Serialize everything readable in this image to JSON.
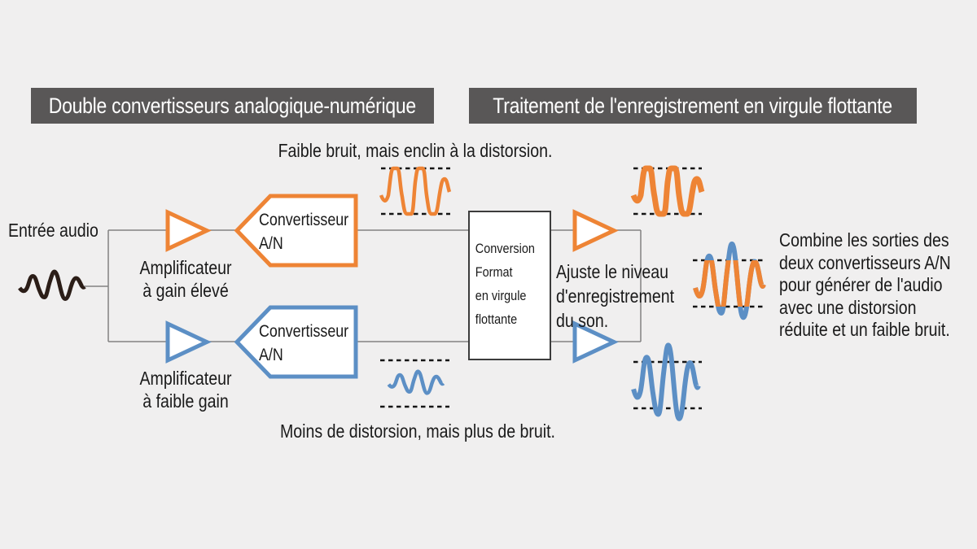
{
  "headers": {
    "left": "Double convertisseurs analogique-numérique",
    "right": "Traitement de l'enregistrement en virgule flottante"
  },
  "captions": {
    "top": "Faible bruit, mais enclin à la distorsion.",
    "bottom": "Moins de distorsion, mais plus de bruit."
  },
  "input": {
    "label": "Entrée audio"
  },
  "amplifier_high": {
    "line1": "Amplificateur",
    "line2": "à gain élevé"
  },
  "amplifier_low": {
    "line1": "Amplificateur",
    "line2": "à faible gain"
  },
  "converter": {
    "line1": "Convertisseur",
    "line2": "A/N"
  },
  "format_box": {
    "line1": "Conversion",
    "line2": "Format",
    "line3": "en virgule",
    "line4": "flottante"
  },
  "level_note": {
    "line1": "Ajuste le niveau",
    "line2": "d'enregistrement",
    "line3": "du son."
  },
  "combine_note": {
    "line1": "Combine les sorties des",
    "line2": "deux convertisseurs A/N",
    "line3": "pour générer de l'audio",
    "line4": "avec une distorsion",
    "line5": "réduite et un faible bruit."
  },
  "icons": {
    "input_waveform": "small dark audio wave",
    "clipped_waveform": "orange wave flattened at limit lines (distortion)",
    "small_waveform": "small blue wave between limit lines (noise-prone)",
    "boosted_waveform": "blue wave exceeding limit lines",
    "combined_waveform": "orange wave with blue peaks beyond limit lines"
  },
  "colors": {
    "orange": "#EE8435",
    "blue": "#5C8FC5",
    "header_bg": "#595757",
    "background": "#F0EFEF",
    "text": "#1A1A1A",
    "connector_gray": "#828282",
    "input_wave": "#2B1D17",
    "limit_line": "#141414",
    "box_border": "#3C3C3C"
  }
}
